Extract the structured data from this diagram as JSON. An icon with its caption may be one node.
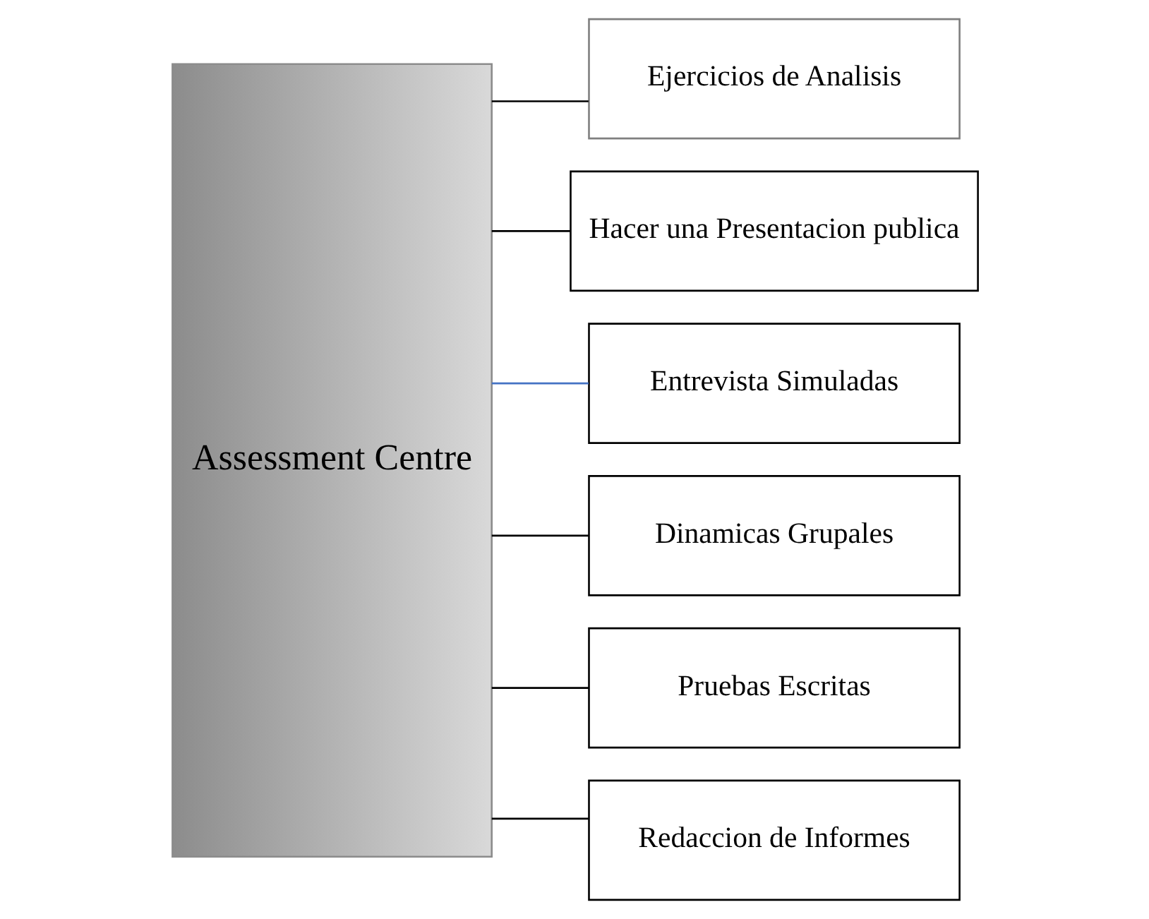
{
  "diagram": {
    "nodes": [
      {
        "text": [
          "Assessment Centre"
        ]
      },
      {
        "text": [
          "Ejercicios de Analisis"
        ]
      },
      {
        "text": [
          "Hacer una Presentacion publica"
        ]
      },
      {
        "text": [
          "Entrevista Simuladas"
        ]
      },
      {
        "text": [
          "Dinamicas Grupales"
        ]
      },
      {
        "text": [
          "Pruebas Escritas"
        ]
      },
      {
        "text": [
          "Redaccion de Informes"
        ]
      }
    ],
    "edges": [
      {
        "from": 0,
        "to": 1,
        "arrow": "none"
      },
      {
        "from": 0,
        "to": 2,
        "arrow": "none"
      },
      {
        "from": 0,
        "to": 3,
        "arrow": "none",
        "color": "#4472c4"
      },
      {
        "from": 0,
        "to": 4,
        "arrow": "none"
      },
      {
        "from": 0,
        "to": 5,
        "arrow": "none"
      },
      {
        "from": 0,
        "to": 6,
        "arrow": "none"
      }
    ]
  }
}
